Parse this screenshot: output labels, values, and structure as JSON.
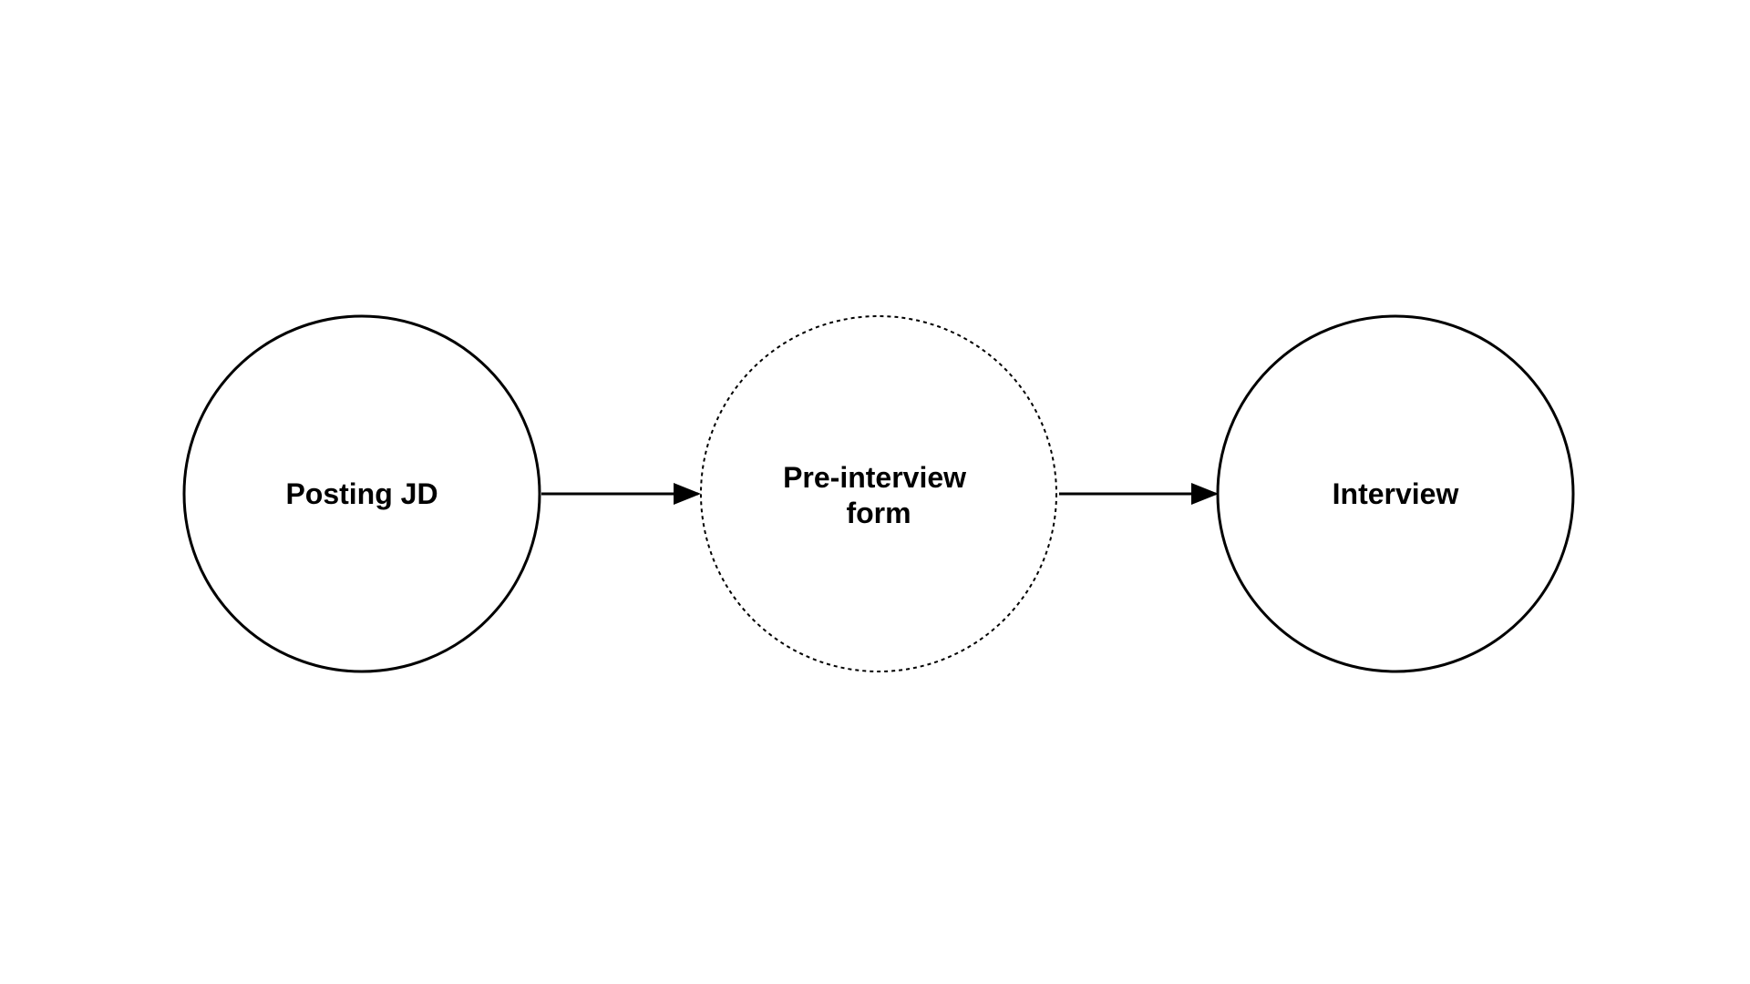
{
  "diagram": {
    "nodes": [
      {
        "id": "posting-jd",
        "lines": [
          "Posting JD"
        ],
        "border": "solid"
      },
      {
        "id": "pre-interview-form",
        "lines": [
          "Pre-interview",
          "form"
        ],
        "border": "dashed"
      },
      {
        "id": "interview",
        "lines": [
          "Interview"
        ],
        "border": "solid"
      }
    ],
    "edges": [
      {
        "from": "posting-jd",
        "to": "pre-interview-form"
      },
      {
        "from": "pre-interview-form",
        "to": "interview"
      }
    ],
    "colors": {
      "stroke": "#000000",
      "background": "#ffffff"
    }
  }
}
